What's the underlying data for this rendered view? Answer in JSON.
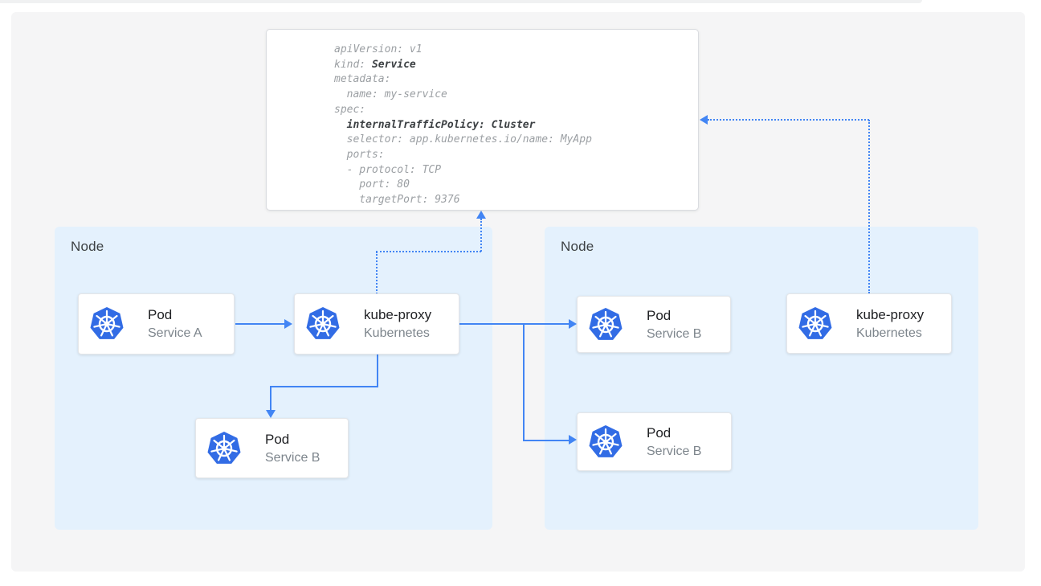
{
  "yaml": {
    "lines": [
      {
        "plain": "apiVersion: v1"
      },
      {
        "plain": "kind: ",
        "bold": "Service"
      },
      {
        "plain": "metadata:"
      },
      {
        "plain": "  name: my-service"
      },
      {
        "plain": "spec:"
      },
      {
        "plain": "  ",
        "bold": "internalTrafficPolicy: Cluster"
      },
      {
        "plain": "  selector: app.kubernetes.io/name: MyApp"
      },
      {
        "plain": "  ports:"
      },
      {
        "plain": "  - protocol: TCP"
      },
      {
        "plain": "    port: 80"
      },
      {
        "plain": "    targetPort: 9376"
      }
    ]
  },
  "nodes": [
    {
      "label": "Node"
    },
    {
      "label": "Node"
    }
  ],
  "cards": [
    {
      "title": "Pod",
      "subtitle": "Service A"
    },
    {
      "title": "kube-proxy",
      "subtitle": "Kubernetes"
    },
    {
      "title": "Pod",
      "subtitle": "Service B"
    },
    {
      "title": "kube-proxy",
      "subtitle": "Kubernetes"
    },
    {
      "title": "Pod",
      "subtitle": "Service B"
    },
    {
      "title": "Pod",
      "subtitle": "Service B"
    }
  ],
  "icons": {
    "kubernetes": "kubernetes-helm-icon"
  },
  "colors": {
    "arrow_blue": "#4285f4",
    "k8s_blue": "#326ce5",
    "node_bg": "#e4f1fd",
    "panel_bg": "#f5f5f6",
    "code_gray": "#9b9fa3",
    "code_dark": "#3c4043"
  }
}
